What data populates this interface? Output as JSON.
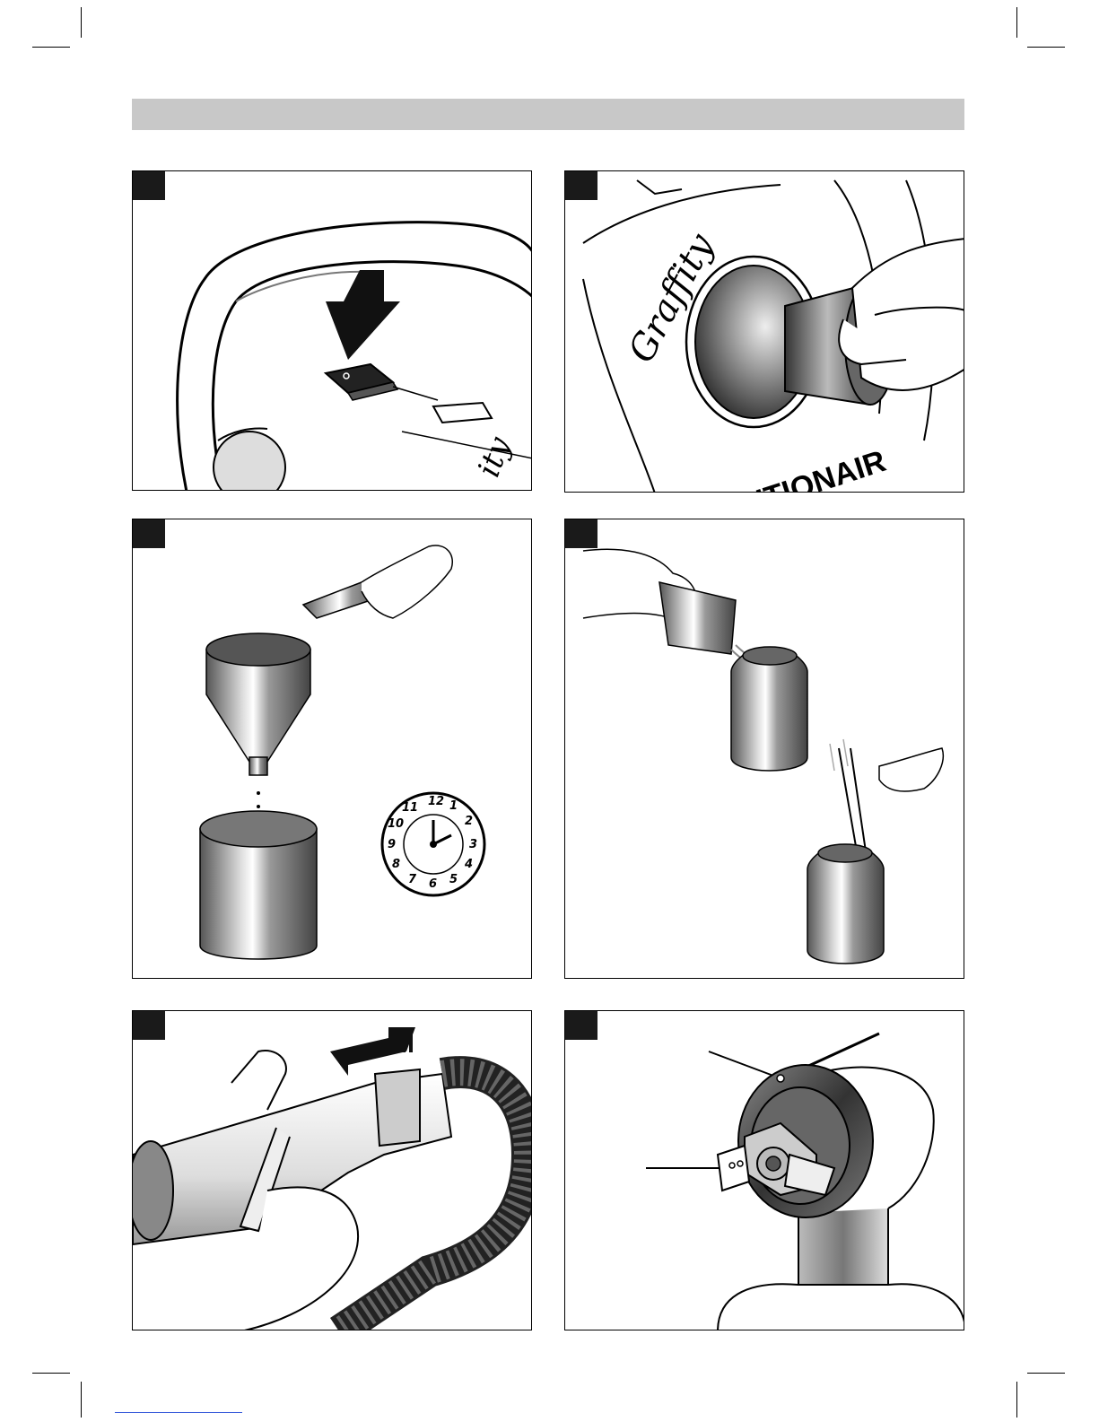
{
  "document": {
    "type": "instruction-figure-page",
    "header_band_color": "#c8c8c8",
    "tab_color": "#1a1a1a"
  },
  "panels": [
    {
      "id": 1,
      "illustration": "power-switch-on-handle",
      "labels": {
        "brand_partial": "ity"
      }
    },
    {
      "id": 2,
      "illustration": "attach-hose-to-turbine",
      "labels": {
        "brand": "Graffity",
        "model_partial": "UTIONAIR"
      }
    },
    {
      "id": 3,
      "illustration": "viscosity-cup-and-clock",
      "clock_numbers": [
        "12",
        "1",
        "2",
        "3",
        "4",
        "5",
        "6",
        "7",
        "8",
        "9",
        "10",
        "11"
      ]
    },
    {
      "id": 4,
      "illustration": "pour-and-stir-paint",
      "labels": {}
    },
    {
      "id": 5,
      "illustration": "connect-hose-to-spray-gun",
      "labels": {}
    },
    {
      "id": 6,
      "illustration": "spray-nozzle-adjustment",
      "labels": {}
    }
  ]
}
